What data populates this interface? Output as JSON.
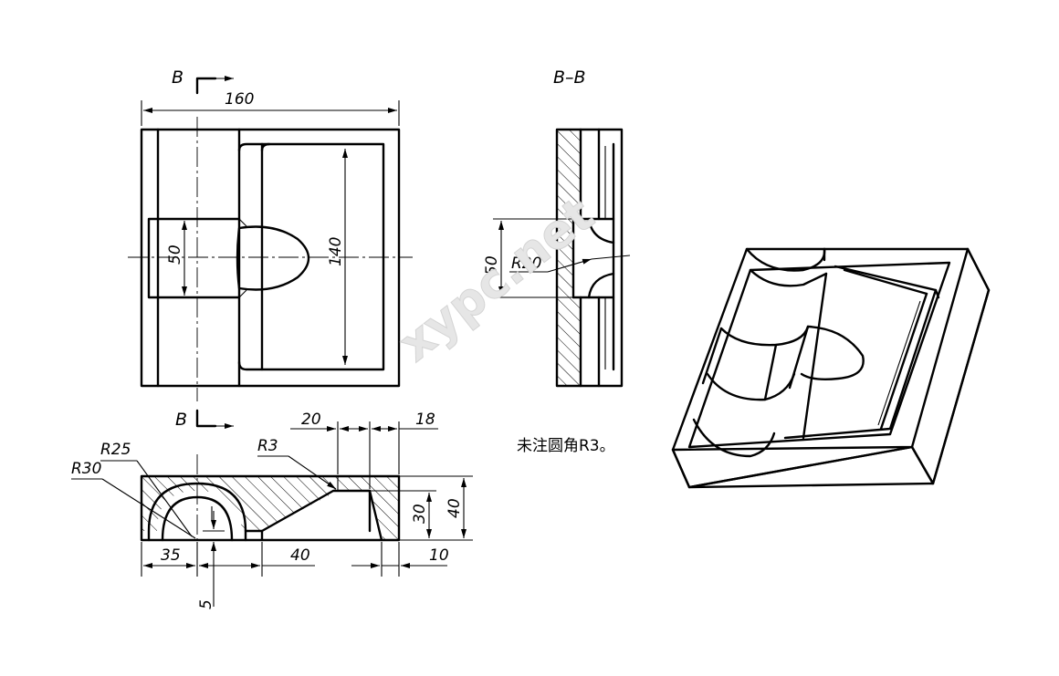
{
  "top_view": {
    "section_mark_top": "B",
    "section_mark_bottom": "B",
    "dim_width": "160",
    "dim_height": "140",
    "dim_slot": "50"
  },
  "section_view": {
    "title": "B–B",
    "dim_slot": "50",
    "radius": "R20"
  },
  "front_view": {
    "r25": "R25",
    "r30": "R30",
    "r3": "R3",
    "dim_20": "20",
    "dim_18": "18",
    "dim_30": "30",
    "dim_40_h": "40",
    "dim_35": "35",
    "dim_40_w": "40",
    "dim_10": "10",
    "dim_5": "5"
  },
  "note": "未注圆角R3。",
  "watermark": "xypc.net"
}
